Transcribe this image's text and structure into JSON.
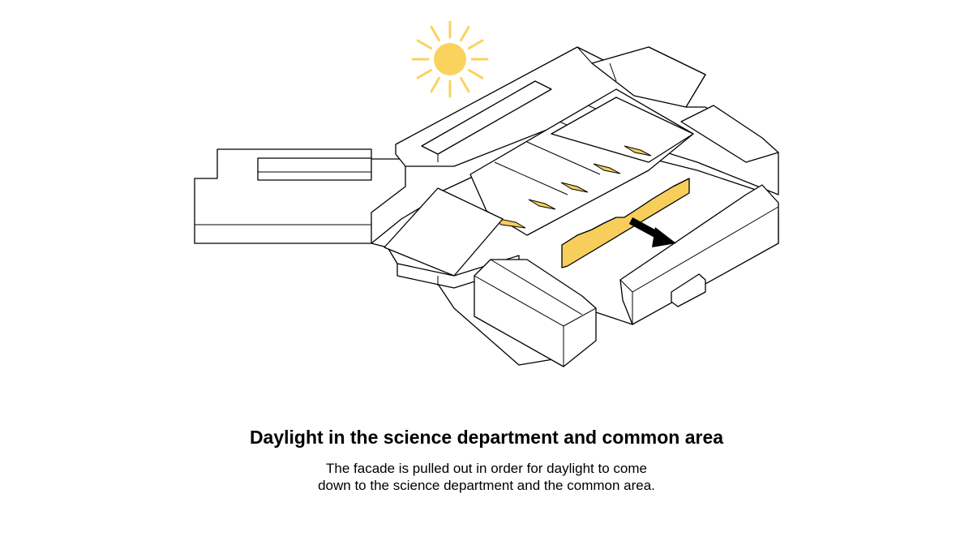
{
  "caption": {
    "title": "Daylight in the science department and common area",
    "body_lines": [
      "The facade is pulled out in order for daylight to come",
      "down to the science department and the common area."
    ]
  },
  "colors": {
    "sun": "#FAD35E",
    "daylight_highlight": "#F7CE5B",
    "outline": "#000000",
    "background": "#FFFFFF",
    "arrow": "#000000"
  },
  "icons": {
    "sun": "sun-icon",
    "arrow": "arrow-right-down-icon"
  }
}
